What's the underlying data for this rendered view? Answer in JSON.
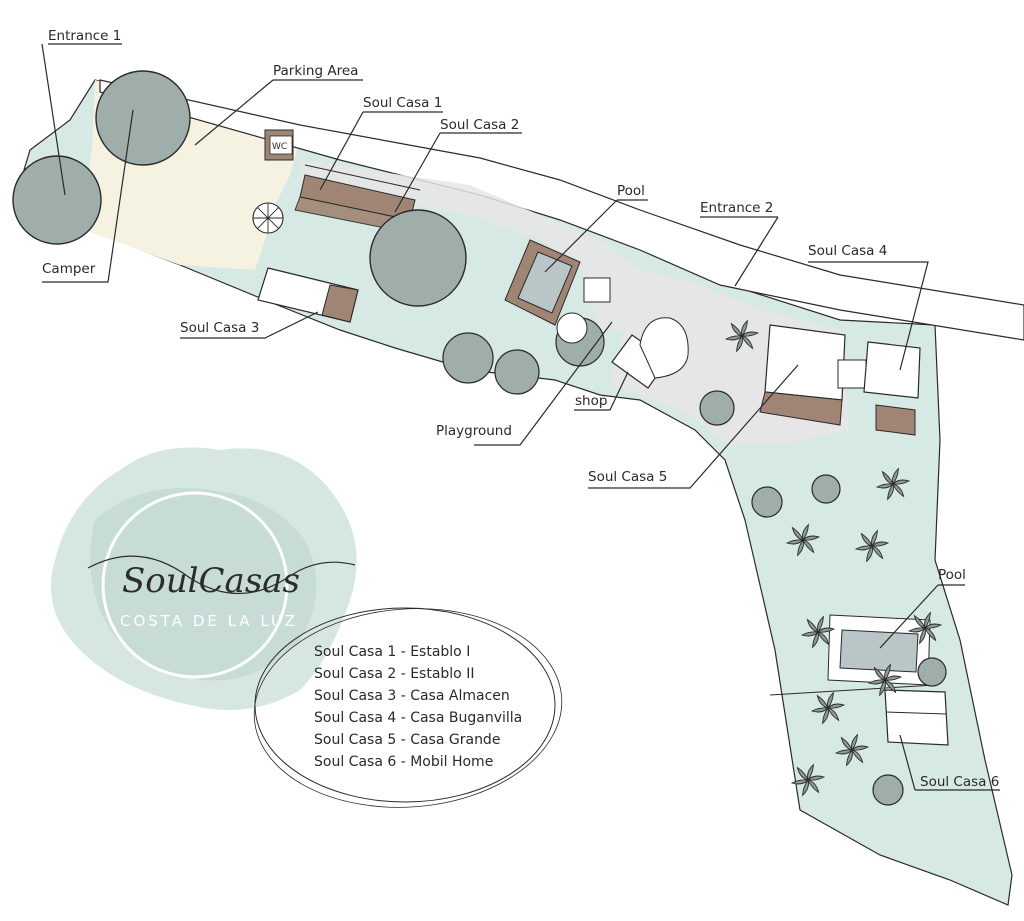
{
  "colors": {
    "grass": "#d6e9e4",
    "parking": "#f5f2e2",
    "paving": "#e6e6e6",
    "deck": "#a18574",
    "tree": "#9fadab",
    "building": "#ffffff",
    "outline": "#2a2a2a",
    "water": "#b9c5c7",
    "logo_blob": "#c8dfd9"
  },
  "labels": {
    "entrance_1": "Entrance 1",
    "parking_area": "Parking Area",
    "soul_casa_1": "Soul Casa 1",
    "soul_casa_2": "Soul Casa 2",
    "wc": "WC",
    "pool_north": "Pool",
    "entrance_2": "Entrance 2",
    "soul_casa_4": "Soul Casa 4",
    "camper": "Camper",
    "soul_casa_3": "Soul Casa 3",
    "shop": "shop",
    "playground": "Playground",
    "soul_casa_5": "Soul Casa 5",
    "pool_south": "Pool",
    "soul_casa_6": "Soul Casa 6"
  },
  "logo": {
    "title": "SoulCasas",
    "subtitle": "COSTA DE LA LUZ"
  },
  "legend": {
    "items": [
      "Soul Casa 1  - Establo I",
      "Soul Casa 2 - Establo II",
      "Soul Casa 3 - Casa Almacen",
      "Soul Casa 4 - Casa Buganvilla",
      "Soul Casa 5 - Casa Grande",
      "Soul Casa 6 - Mobil Home"
    ]
  }
}
